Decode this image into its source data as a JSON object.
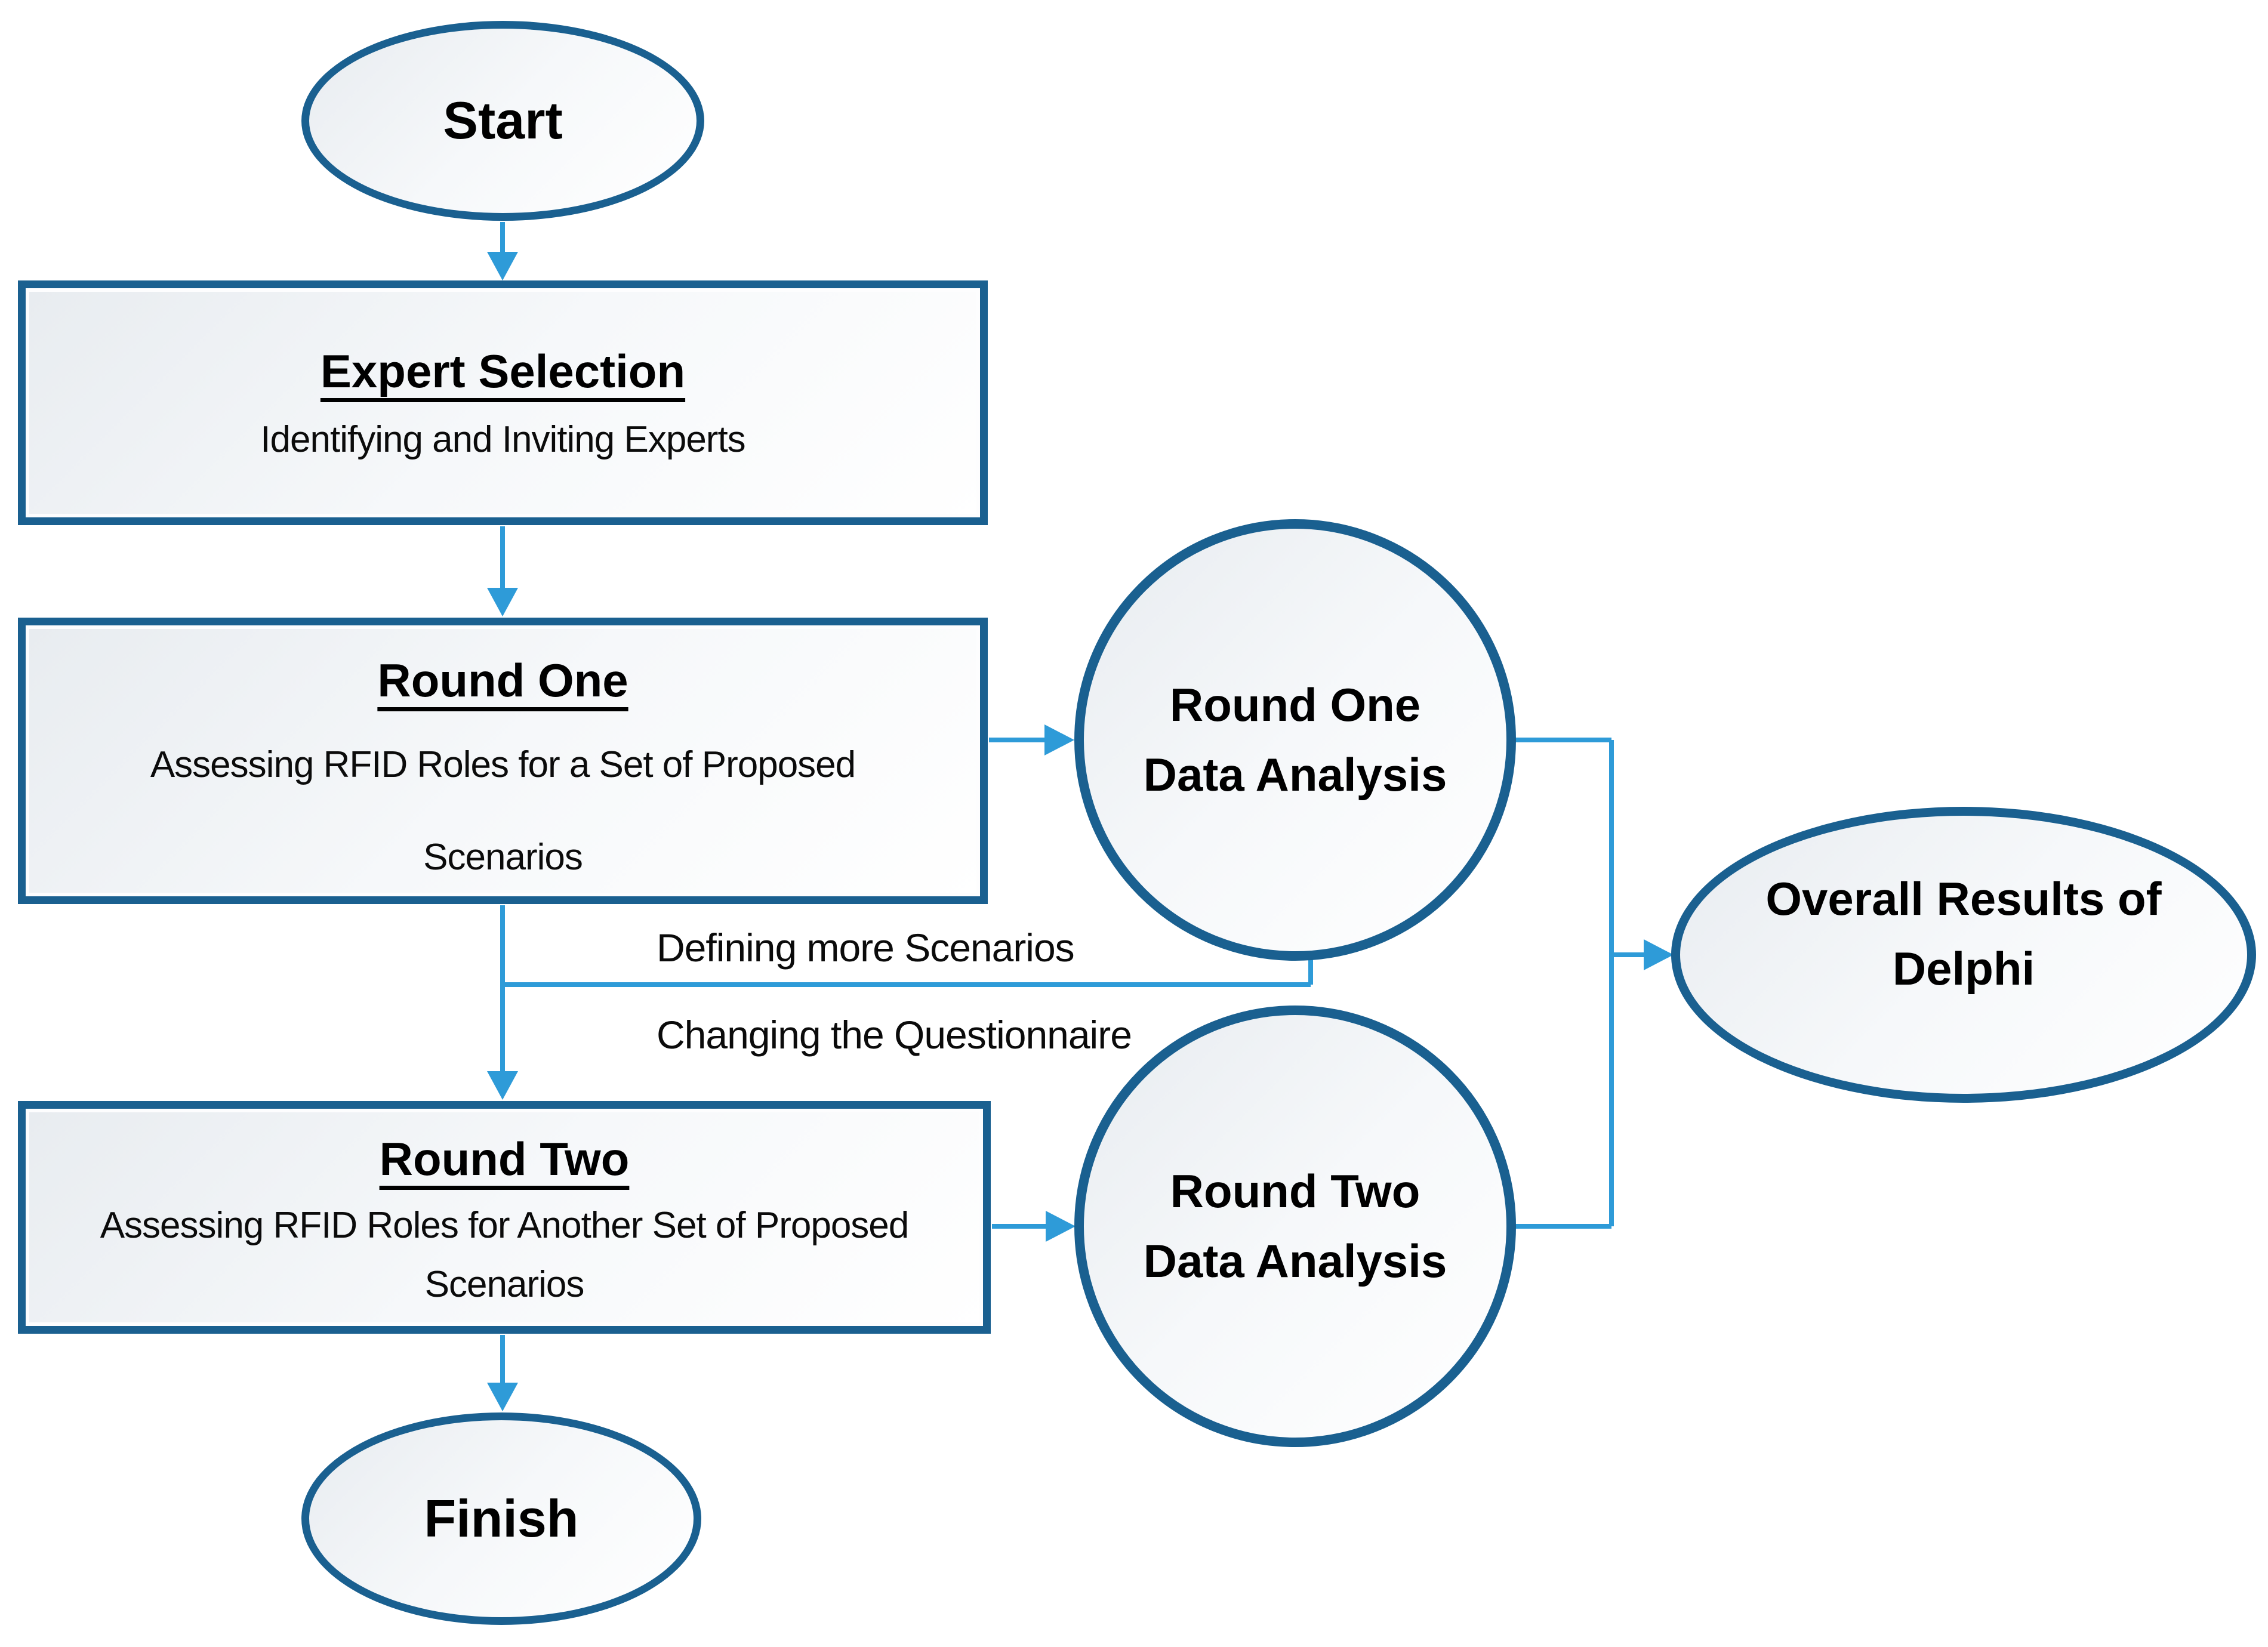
{
  "nodes": {
    "start": {
      "label": "Start"
    },
    "expert_selection": {
      "title": "Expert Selection",
      "subtitle": "Identifying and Inviting Experts"
    },
    "round_one": {
      "title": "Round One",
      "subtitle_line1": "Assessing RFID Roles for a Set of Proposed",
      "subtitle_line2": "Scenarios"
    },
    "round_one_analysis": {
      "line1": "Round One",
      "line2": "Data Analysis"
    },
    "round_two": {
      "title": "Round Two",
      "subtitle_line1": "Assessing RFID Roles for Another Set of Proposed",
      "subtitle_line2": "Scenarios"
    },
    "round_two_analysis": {
      "line1": "Round Two",
      "line2": "Data Analysis"
    },
    "overall_results": {
      "line1": "Overall Results of",
      "line2": "Delphi"
    },
    "finish": {
      "label": "Finish"
    }
  },
  "edge_labels": {
    "line1": "Defining more Scenarios",
    "line2": "Changing the Questionnaire"
  },
  "colors": {
    "shape_border": "#1a6090",
    "connector": "#2e9bd8",
    "shape_fill_start": "#e8ecf0",
    "shape_fill_end": "#ffffff",
    "text": "#000000"
  }
}
